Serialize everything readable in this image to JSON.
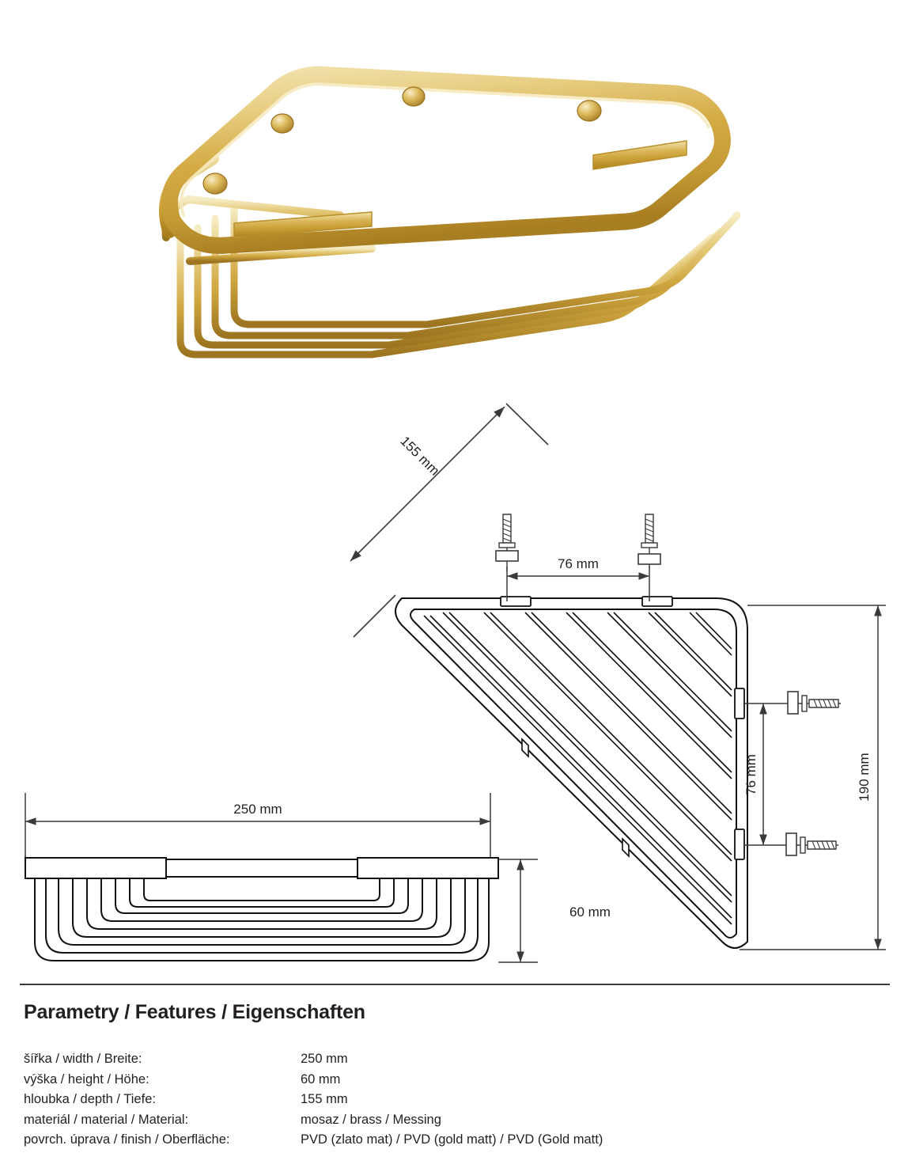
{
  "product": {
    "type": "corner wire shower basket",
    "finish_color": "#d8b24a",
    "photo_alt": "Brass corner shower basket in matt gold PVD finish"
  },
  "drawings": {
    "depth_dimension": "155 mm",
    "screw_spacing_horizontal": "76 mm",
    "screw_spacing_vertical": "76 mm",
    "overall_depth_right": "190 mm",
    "width_dimension": "250 mm",
    "height_dimension": "60 mm"
  },
  "specs": {
    "heading": "Parametry / Features / Eigenschaften",
    "rows": [
      {
        "label": "šířka / width / Breite:",
        "value": "250 mm"
      },
      {
        "label": "výška / height / Höhe:",
        "value": "60 mm"
      },
      {
        "label": "hloubka / depth / Tiefe:",
        "value": "155 mm"
      },
      {
        "label": "materiál / material / Material:",
        "value": "mosaz / brass / Messing"
      },
      {
        "label": "povrch. úprava / finish / Oberfläche:",
        "value": "PVD (zlato mat) / PVD (gold matt) / PVD (Gold matt)"
      }
    ]
  }
}
